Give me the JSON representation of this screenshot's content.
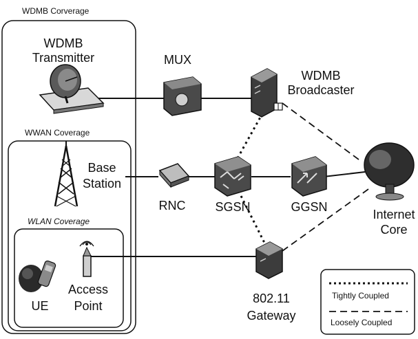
{
  "zones": {
    "wdmb_coverage": "WDMB Corverage",
    "wwan_coverage": "WWAN Coverage",
    "wlan_coverage": "WLAN Coverage"
  },
  "nodes": {
    "wdmb_transmitter": [
      "WDMB",
      "Transmitter"
    ],
    "mux": "MUX",
    "wdmb_broadcaster": [
      "WDMB",
      "Broadcaster"
    ],
    "base_station": [
      "Base",
      "Station"
    ],
    "rnc": "RNC",
    "sgsn": "SGSN",
    "ggsn": "GGSN",
    "internet_core": [
      "Internet",
      "Core"
    ],
    "ue": "UE",
    "access_point": [
      "Access",
      "Point"
    ],
    "gateway_80211": [
      "802.11",
      "Gateway"
    ]
  },
  "legend": {
    "tightly": "Tightly Coupled",
    "loosely": "Loosely Coupled"
  }
}
